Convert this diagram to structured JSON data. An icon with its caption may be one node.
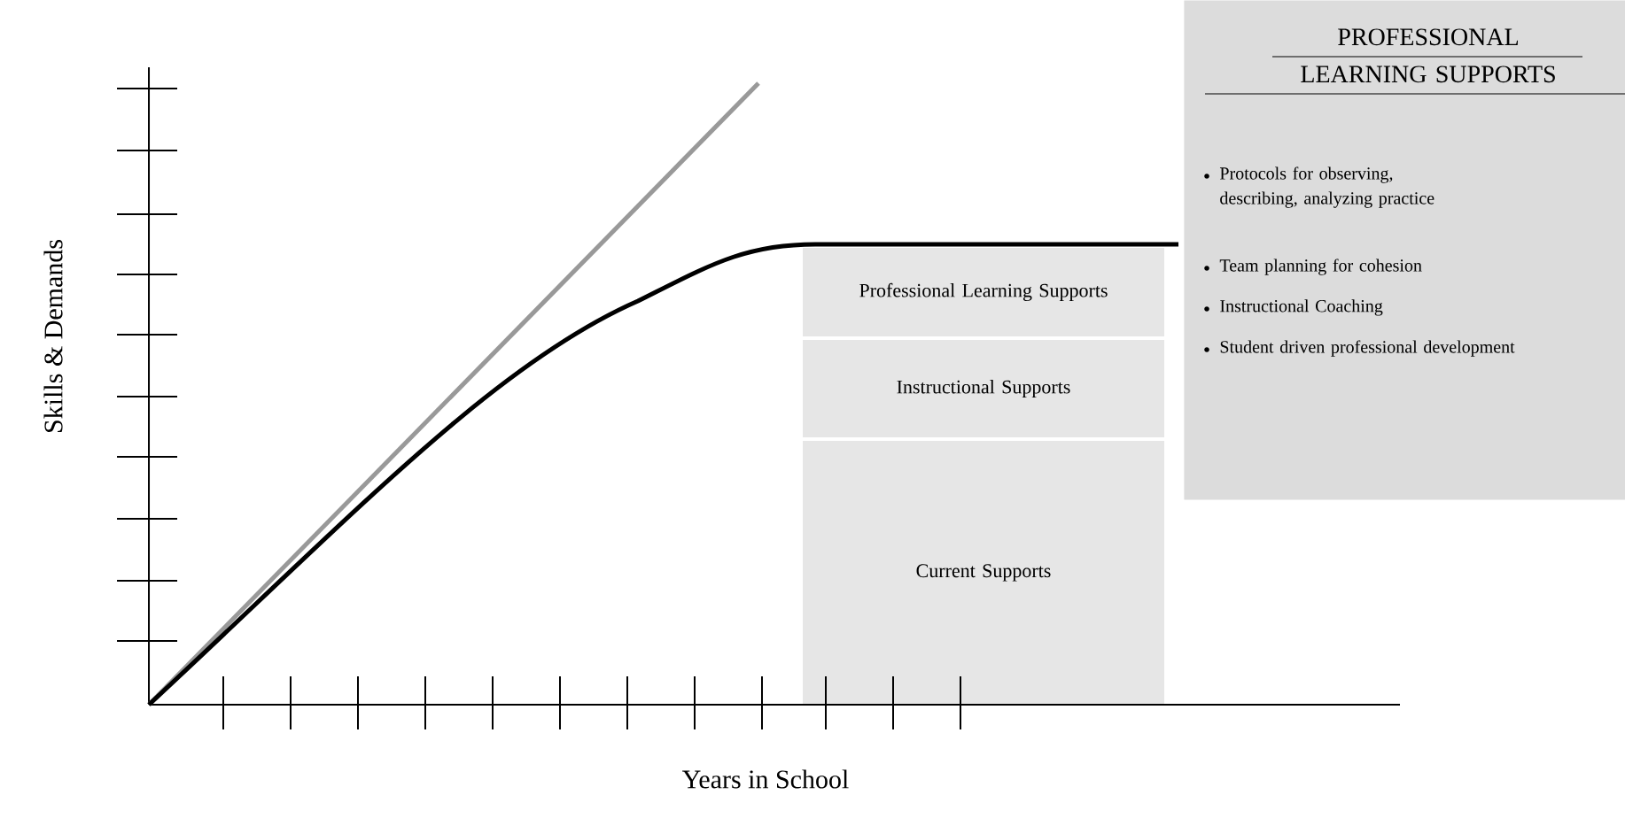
{
  "diagram": {
    "nodes": [
      {
        "text": [
          "Professional Learning Supports"
        ]
      },
      {
        "text": [
          "Instructional Supports"
        ]
      },
      {
        "text": [
          "Current Supports"
        ]
      },
      {
        "text": [
          "PROFESSIONAL LEARNING SUPPORTS",
          "Protocols for observing, describing, analyzing practice",
          "Team planning for cohesion",
          "Instructional Coaching",
          "Student driven professional development"
        ]
      }
    ],
    "edges": [],
    "labels": [
      "Skills & Demands",
      "Years in School"
    ]
  }
}
